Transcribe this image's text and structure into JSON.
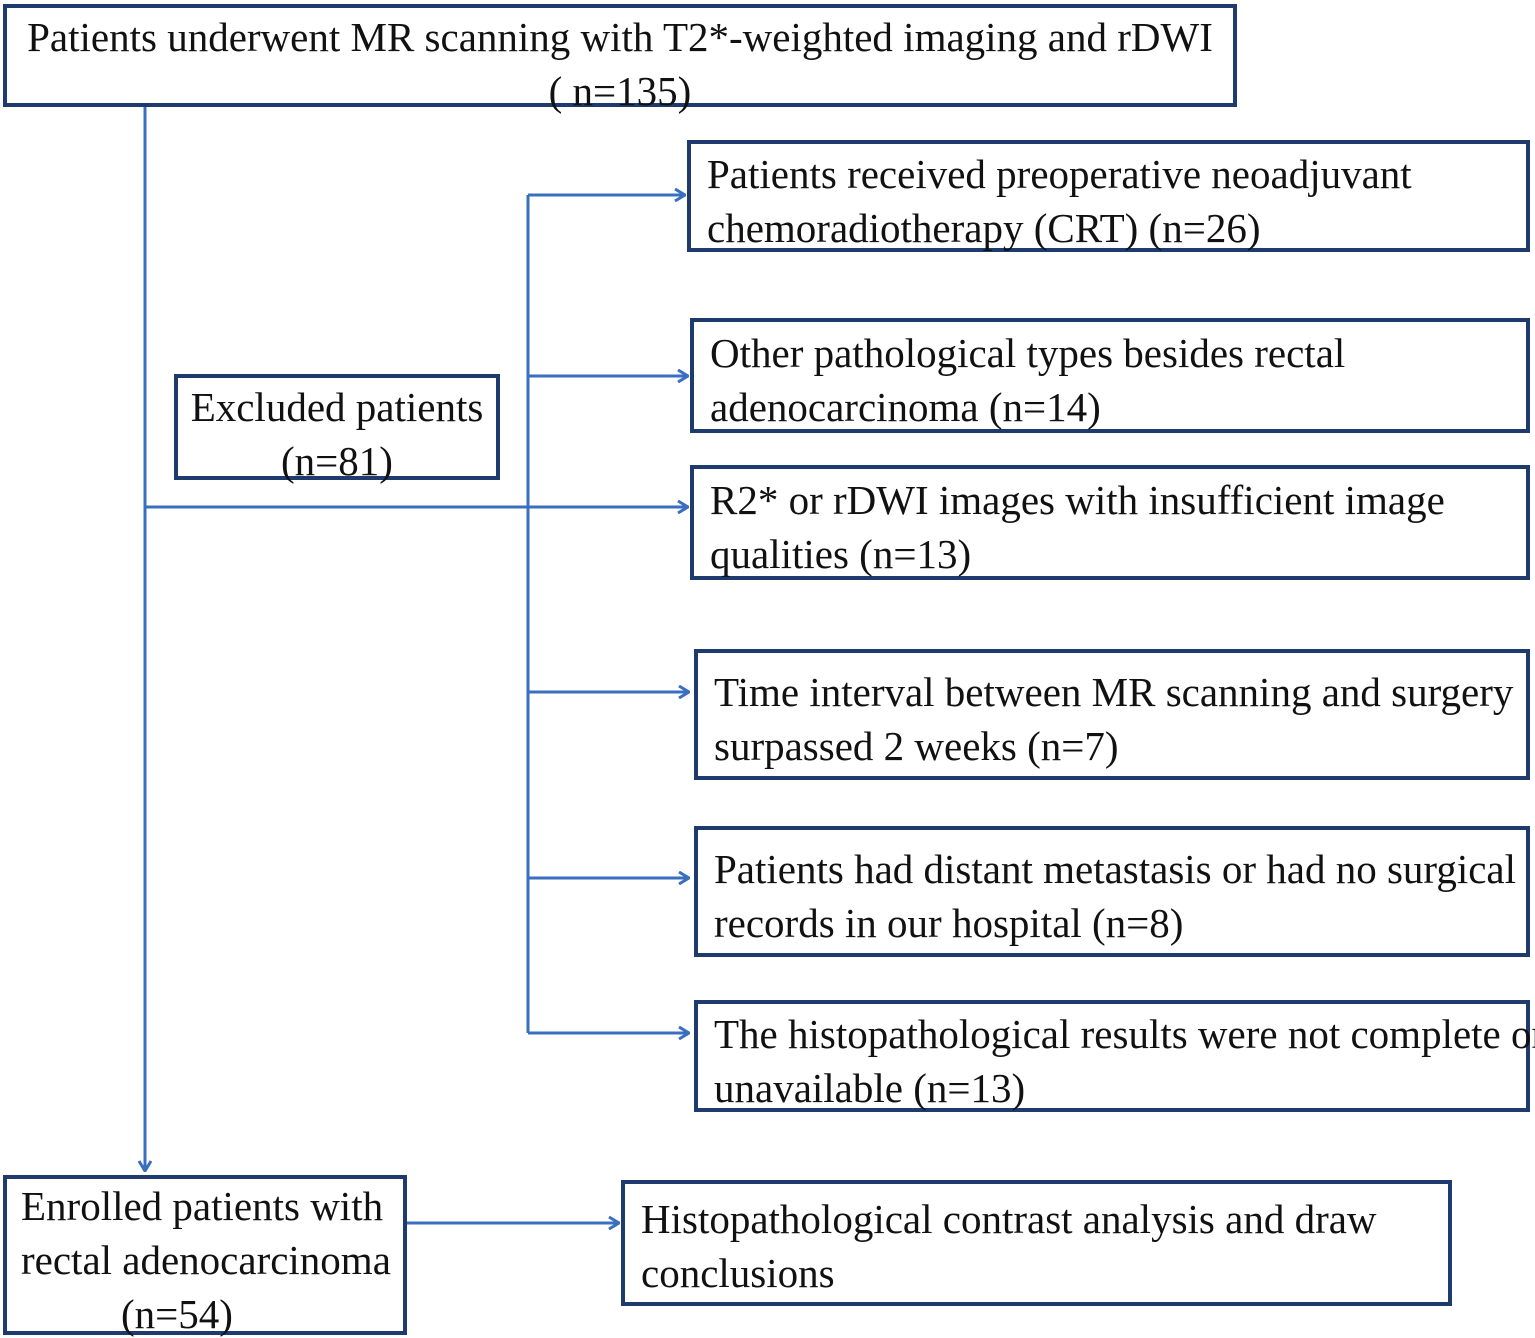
{
  "diagram": {
    "line_color": "#3a6fbf",
    "box_border_color": "#1f3b6e",
    "top": {
      "line1": "Patients underwent MR scanning with T2*-weighted imaging  and rDWI",
      "line2": "( n=135)"
    },
    "excluded": {
      "line1": "Excluded patients",
      "line2": "(n=81)"
    },
    "reasons": {
      "crt": {
        "line1": "Patients received preoperative neoadjuvant",
        "line2": "chemoradiotherapy (CRT) (n=26)"
      },
      "other_types": {
        "line1": "Other pathological types besides rectal",
        "line2": "adenocarcinoma (n=14)"
      },
      "image_quality": {
        "line1": "R2* or rDWI images with insufficient image",
        "line2": "qualities (n=13)"
      },
      "time_interval": {
        "line1": "Time  interval between MR scanning and surgery",
        "line2": "surpassed 2 weeks (n=7)"
      },
      "metastasis": {
        "line1": "Patients had distant metastasis or had no surgical",
        "line2": "records in our hospital (n=8)"
      },
      "histopathology": {
        "line1": "The histopathological  results were not complete or",
        "line2": "unavailable (n=13)"
      }
    },
    "enrolled": {
      "line1": "Enrolled patients with",
      "line2": "rectal adenocarcinoma",
      "line3": "(n=54)"
    },
    "analysis": {
      "line1": "Histopathological  contrast analysis and draw",
      "line2": "conclusions"
    }
  }
}
